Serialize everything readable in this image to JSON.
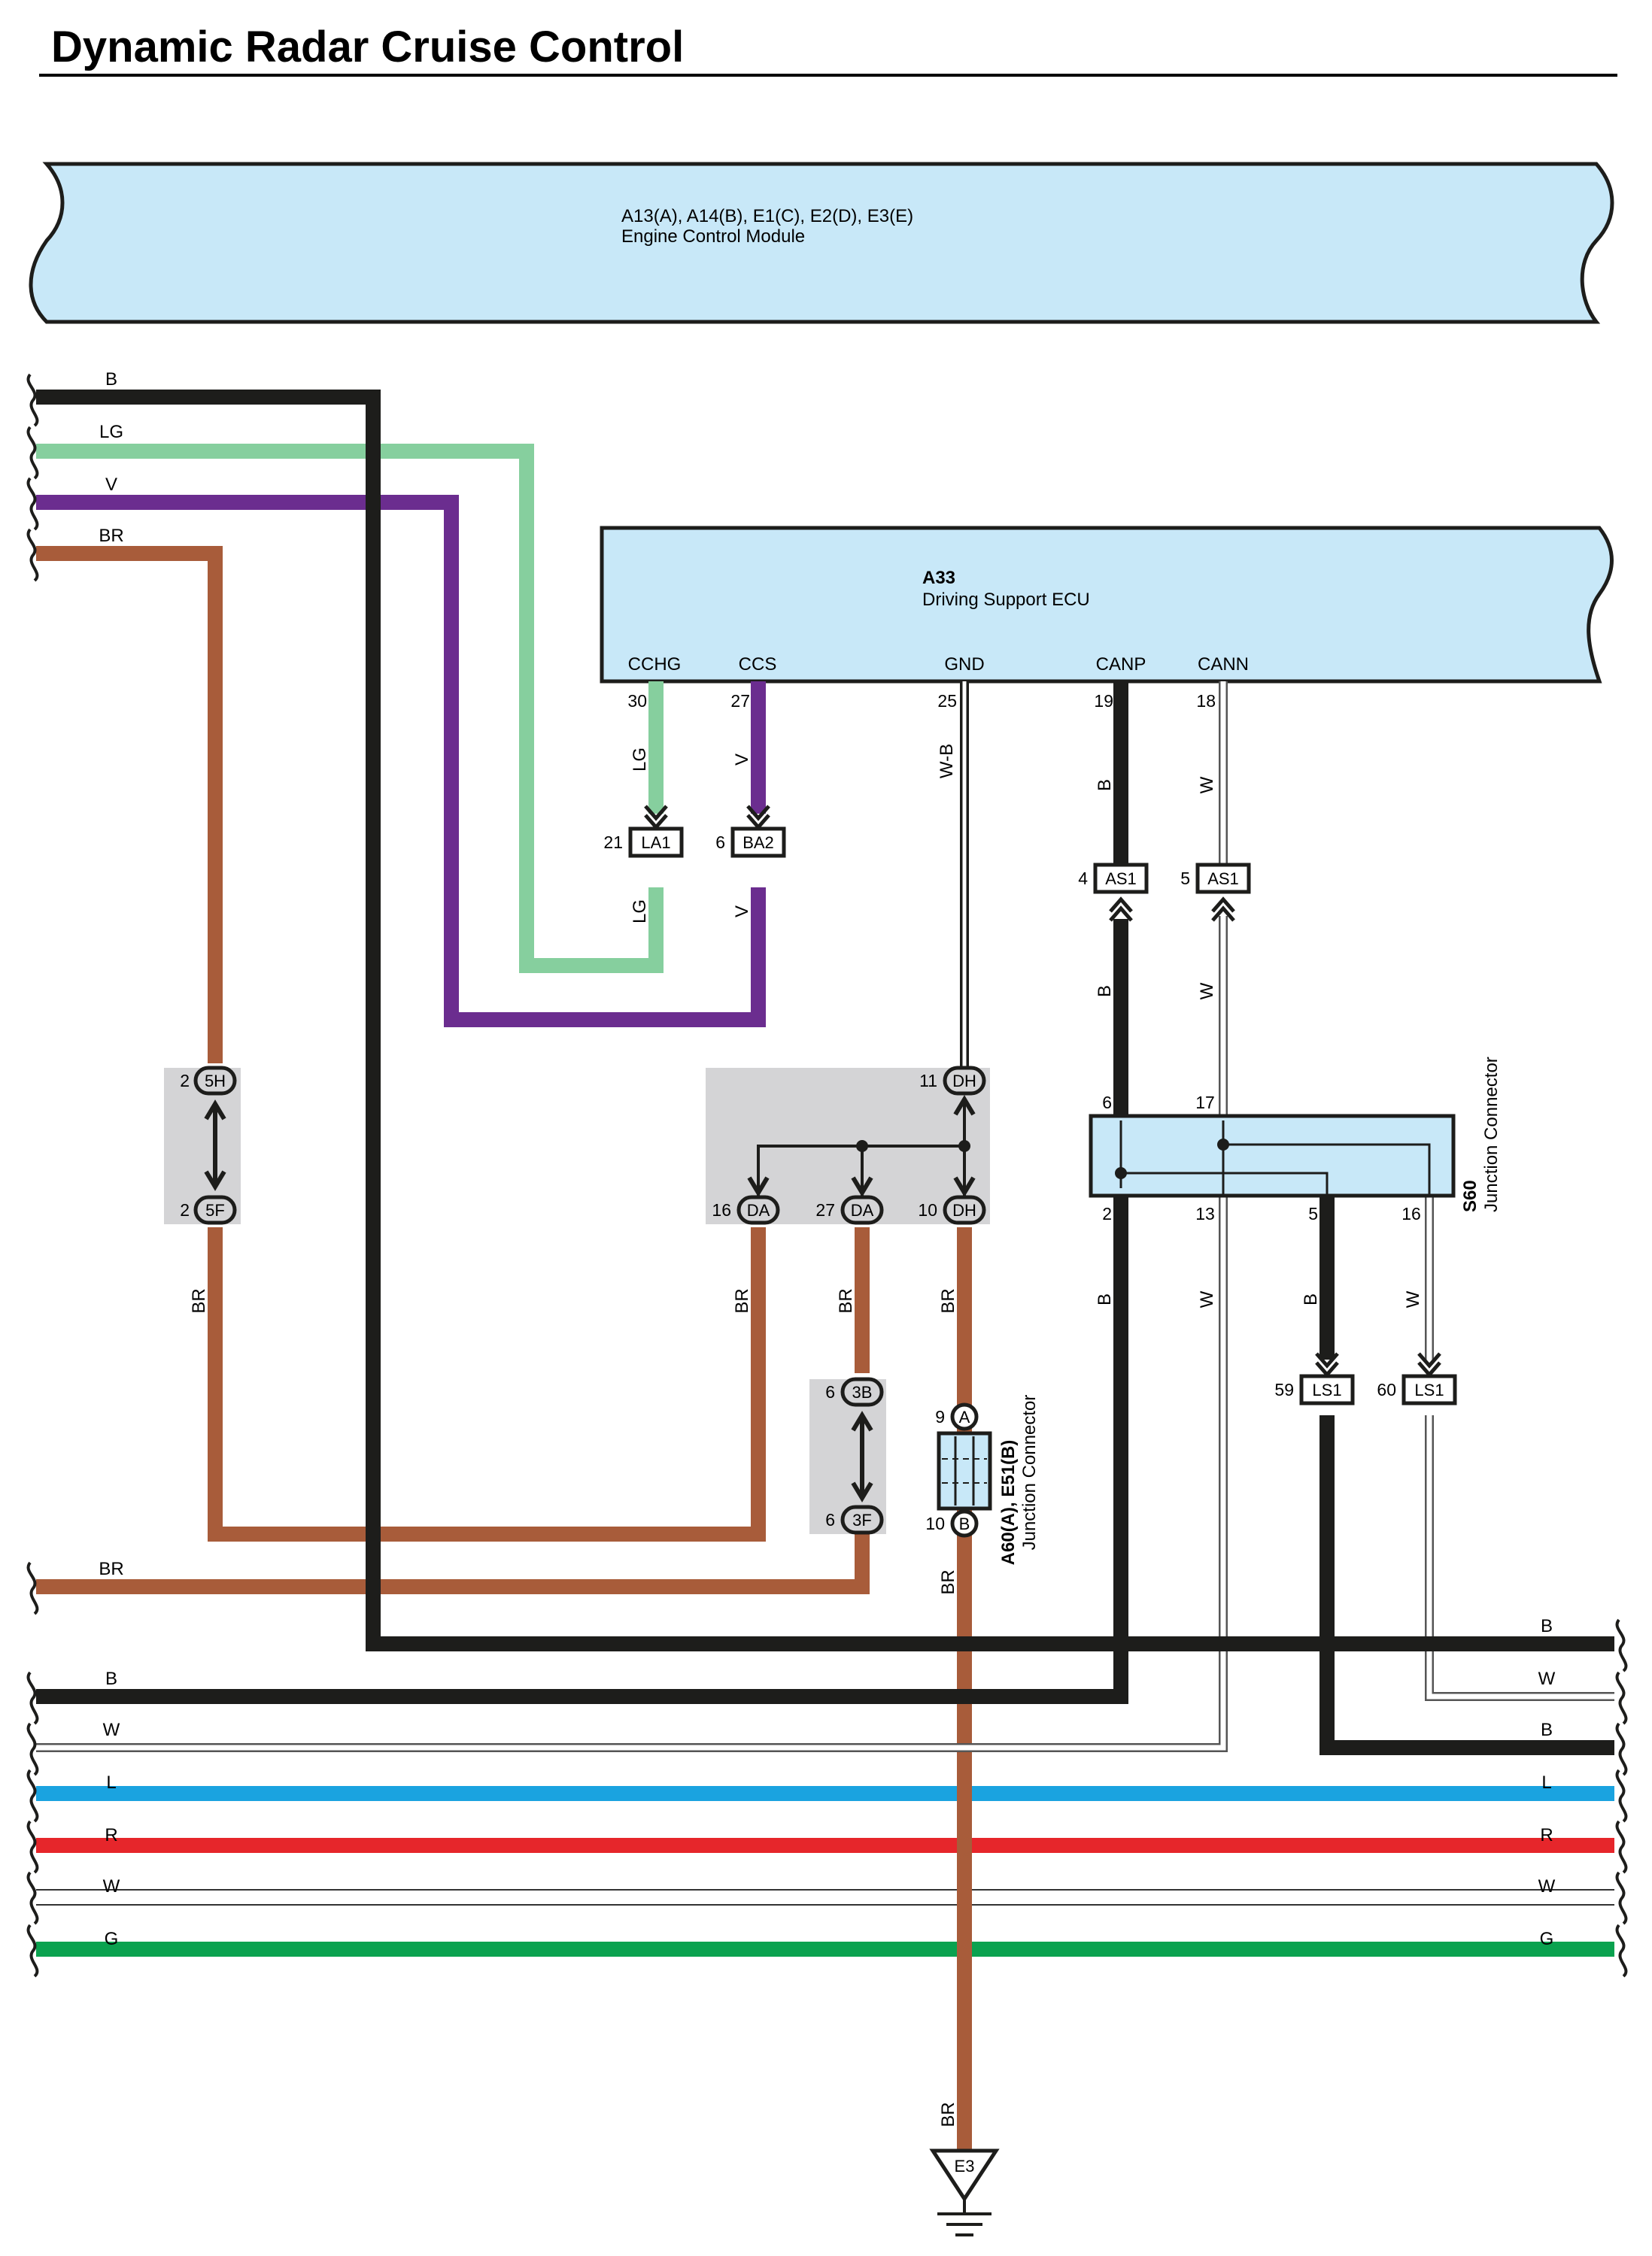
{
  "title": "Dynamic Radar Cruise Control",
  "colors": {
    "B": "#1d1d1b",
    "LG": "#86cf9e",
    "V": "#6b2d8f",
    "BR": "#a85c3a",
    "W": "#ffffff",
    "L": "#1aa3e0",
    "R": "#e6262b",
    "G": "#0aa24f",
    "component_fill": "#c8e8f8",
    "splice_bg": "#d4d4d6"
  },
  "ecm": {
    "connectors": "A13(A), A14(B), E1(C), E2(D), E3(E)",
    "name": "Engine Control Module"
  },
  "ecu": {
    "connector": "A33",
    "name": "Driving Support ECU",
    "terminals": [
      {
        "name": "CCHG",
        "pin": "30"
      },
      {
        "name": "CCS",
        "pin": "27"
      },
      {
        "name": "GND",
        "pin": "25"
      },
      {
        "name": "CANP",
        "pin": "19"
      },
      {
        "name": "CANN",
        "pin": "18"
      }
    ]
  },
  "s60": {
    "connector": "S60",
    "name": "Junction Connector",
    "pins": [
      "6",
      "17",
      "2",
      "13",
      "5",
      "16"
    ]
  },
  "a60": {
    "connector": "A60(A), E51(B)",
    "name": "Junction Connector",
    "pin_a": "9",
    "letter_a": "A",
    "pin_b": "10",
    "letter_b": "B"
  },
  "ground": {
    "label": "E3"
  },
  "connectors": {
    "la1": {
      "pin": "21",
      "id": "LA1"
    },
    "ba2": {
      "pin": "6",
      "id": "BA2"
    },
    "as1a": {
      "pin": "4",
      "id": "AS1"
    },
    "as1b": {
      "pin": "5",
      "id": "AS1"
    },
    "ls1a": {
      "pin": "59",
      "id": "LS1"
    },
    "ls1b": {
      "pin": "60",
      "id": "LS1"
    }
  },
  "splices": {
    "h5": {
      "pin": "2",
      "id": "5H"
    },
    "f5": {
      "pin": "2",
      "id": "5F"
    },
    "dh11": {
      "pin": "11",
      "id": "DH"
    },
    "da16": {
      "pin": "16",
      "id": "DA"
    },
    "da27": {
      "pin": "27",
      "id": "DA"
    },
    "dh10": {
      "pin": "10",
      "id": "DH"
    },
    "b3": {
      "pin": "6",
      "id": "3B"
    },
    "f3": {
      "pin": "6",
      "id": "3F"
    }
  },
  "wire_labels": {
    "left_top": [
      "B",
      "LG",
      "V",
      "BR"
    ],
    "left_mid": "BR",
    "left_bottom": [
      "B",
      "W",
      "L",
      "R",
      "W",
      "G"
    ],
    "right_bottom": [
      "B",
      "W",
      "B",
      "L",
      "R",
      "W",
      "G"
    ],
    "vertical": {
      "lg_upper": "LG",
      "lg_lower": "LG",
      "v_upper": "V",
      "v_lower": "V",
      "gnd": "W-B",
      "canp_upper": "B",
      "canp_lower": "B",
      "cann_upper": "W",
      "cann_lower": "W",
      "br_left": "BR",
      "br_da16": "BR",
      "br_da27": "BR",
      "br_dh": "BR",
      "br_a60": "BR",
      "br_ground": "BR",
      "s60_b": "B",
      "s60_w": "W",
      "s60_b5": "B",
      "s60_w16": "W"
    }
  }
}
